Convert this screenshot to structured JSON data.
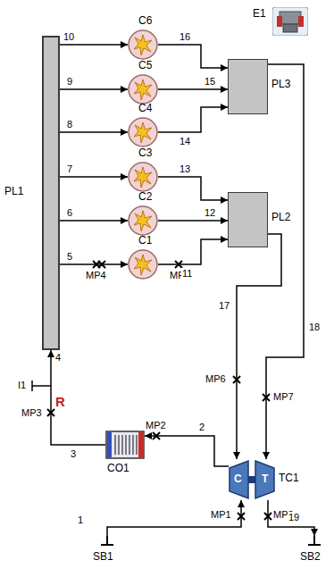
{
  "diagram": {
    "nodes": [
      {
        "text": [
          "PL1"
        ]
      },
      {
        "text": [
          "C6"
        ]
      },
      {
        "text": [
          "C5"
        ]
      },
      {
        "text": [
          "C4"
        ]
      },
      {
        "text": [
          "C3"
        ]
      },
      {
        "text": [
          "C2"
        ]
      },
      {
        "text": [
          "C1"
        ]
      },
      {
        "text": [
          "PL3"
        ]
      },
      {
        "text": [
          "PL2"
        ]
      },
      {
        "text": [
          "E1"
        ]
      },
      {
        "text": [
          "CO1"
        ]
      },
      {
        "text": [
          "TC1",
          "C",
          "T"
        ]
      },
      {
        "text": [
          "SB1"
        ]
      },
      {
        "text": [
          "SB2"
        ]
      }
    ],
    "edges": [
      {
        "from": 12,
        "to": 11,
        "arrow": "to",
        "label": "1"
      },
      {
        "from": 11,
        "to": 10,
        "arrow": "to",
        "label": "2"
      },
      {
        "from": 10,
        "to": 0,
        "arrow": "to",
        "label": "3"
      },
      {
        "from": 0,
        "to": 6,
        "arrow": "to",
        "label": "5"
      },
      {
        "from": 0,
        "to": 5,
        "arrow": "to",
        "label": "6"
      },
      {
        "from": 0,
        "to": 4,
        "arrow": "to",
        "label": "7"
      },
      {
        "from": 0,
        "to": 3,
        "arrow": "to",
        "label": "8"
      },
      {
        "from": 0,
        "to": 2,
        "arrow": "to",
        "label": "9"
      },
      {
        "from": 0,
        "to": 1,
        "arrow": "to",
        "label": "10"
      },
      {
        "from": 6,
        "to": 8,
        "arrow": "to",
        "label": "11"
      },
      {
        "from": 5,
        "to": 8,
        "arrow": "to",
        "label": "12"
      },
      {
        "from": 4,
        "to": 8,
        "arrow": "to",
        "label": "13"
      },
      {
        "from": 3,
        "to": 7,
        "arrow": "to",
        "label": "14"
      },
      {
        "from": 2,
        "to": 7,
        "arrow": "to",
        "label": "15"
      },
      {
        "from": 1,
        "to": 7,
        "arrow": "to",
        "label": "16"
      },
      {
        "from": 8,
        "to": 11,
        "arrow": "to",
        "label": "17"
      },
      {
        "from": 7,
        "to": 11,
        "arrow": "to",
        "label": "18"
      },
      {
        "from": 11,
        "to": 13,
        "arrow": "to",
        "label": "19"
      }
    ],
    "labels": [
      "4",
      "I1",
      "MP3",
      "R",
      "MP4",
      "MP5",
      "MP6",
      "MP7",
      "MP2",
      "MP1",
      "MP8"
    ]
  }
}
